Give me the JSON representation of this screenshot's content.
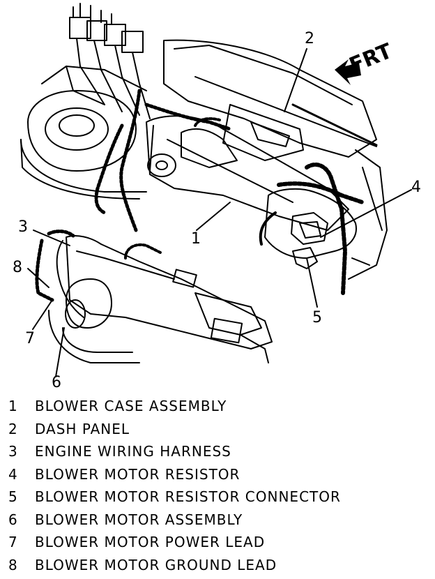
{
  "figure": {
    "front_marker": "FRT",
    "callouts": [
      "1",
      "2",
      "3",
      "4",
      "5",
      "6",
      "7",
      "8"
    ]
  },
  "legend": [
    {
      "num": "1",
      "text": "BLOWER CASE ASSEMBLY"
    },
    {
      "num": "2",
      "text": "DASH PANEL"
    },
    {
      "num": "3",
      "text": "ENGINE WIRING HARNESS"
    },
    {
      "num": "4",
      "text": "BLOWER MOTOR RESISTOR"
    },
    {
      "num": "5",
      "text": "BLOWER MOTOR RESISTOR CONNECTOR"
    },
    {
      "num": "6",
      "text": "BLOWER MOTOR ASSEMBLY"
    },
    {
      "num": "7",
      "text": "BLOWER MOTOR POWER LEAD"
    },
    {
      "num": "8",
      "text": "BLOWER MOTOR GROUND LEAD"
    }
  ]
}
